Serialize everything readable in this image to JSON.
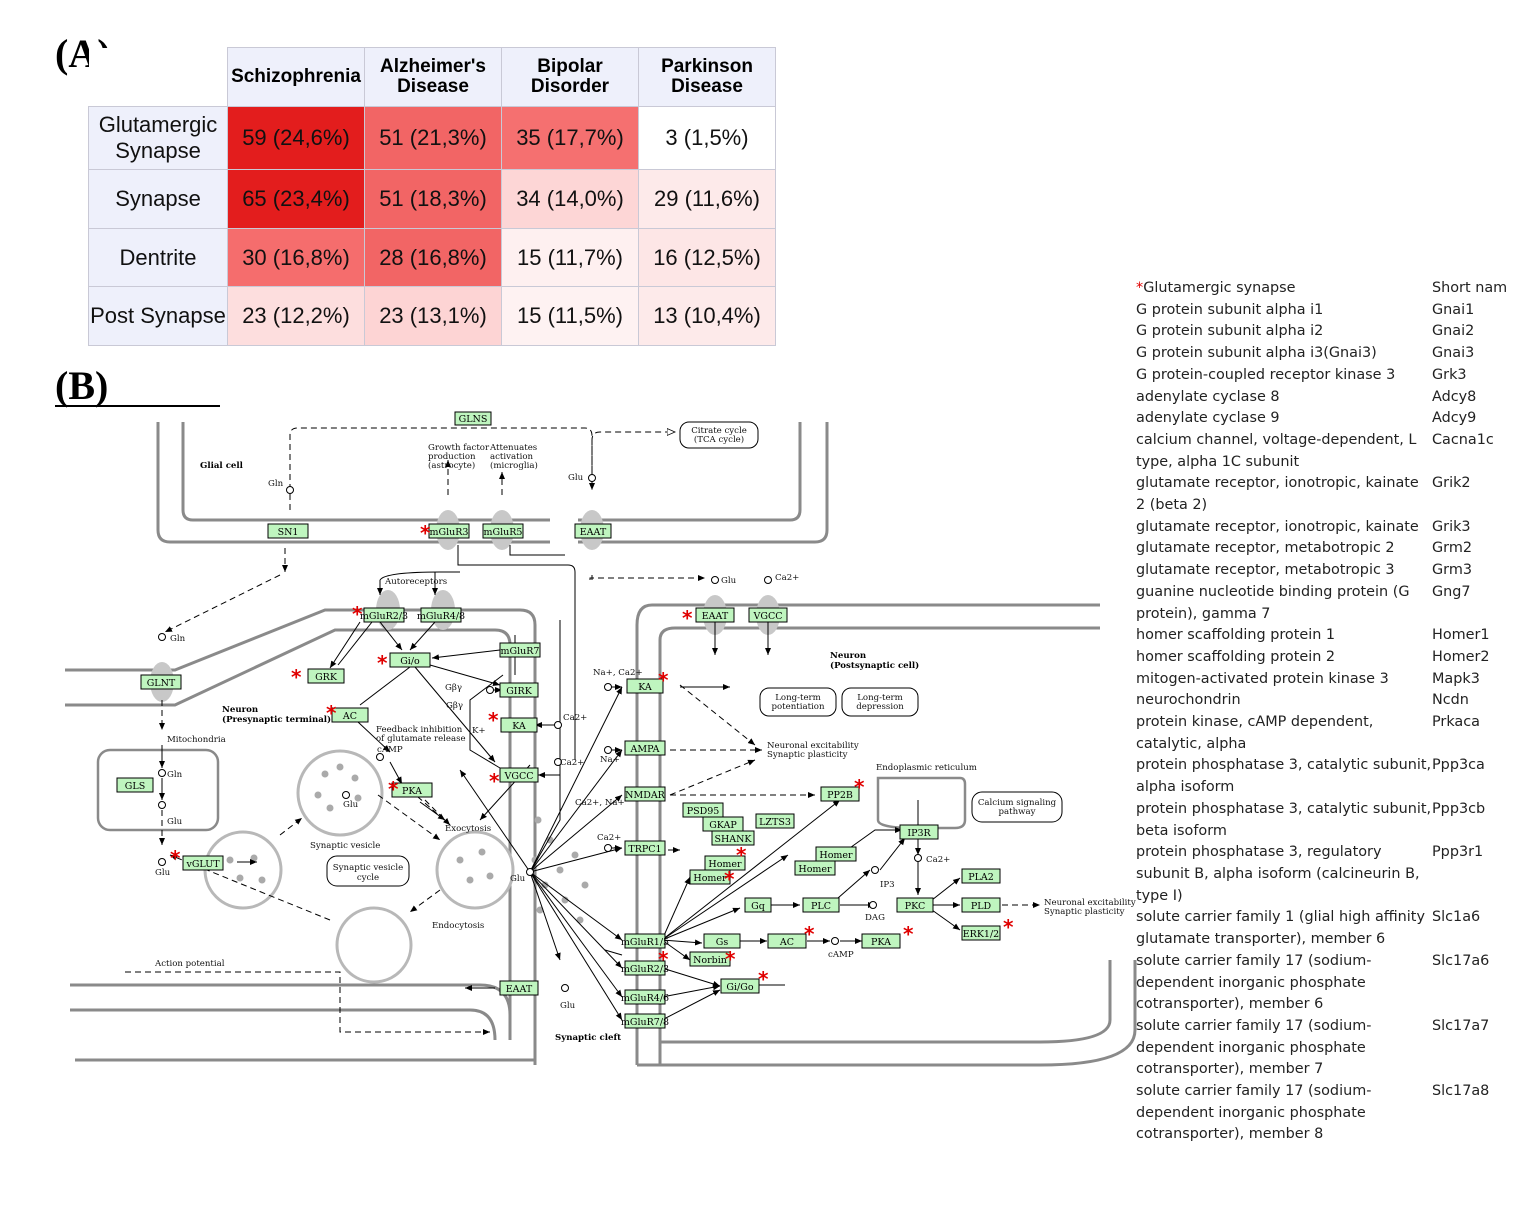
{
  "panel_a_label": "(A)",
  "panel_b_label": "(B)",
  "table": {
    "columns": [
      "Schizophrenia",
      "Alzheimer's Disease",
      "Bipolar Disorder",
      "Parkinson Disease"
    ],
    "rows": [
      {
        "label": "Glutamergic Synapse",
        "cells": [
          "59 (24,6%)",
          "51 (21,3%)",
          "35 (17,7%)",
          "3 (1,5%)"
        ],
        "colors": [
          "#e31d1d",
          "#f26565",
          "#f57070",
          "#ffffff"
        ]
      },
      {
        "label": "Synapse",
        "cells": [
          "65 (23,4%)",
          "51 (18,3%)",
          "34 (14,0%)",
          "29 (11,6%)"
        ],
        "colors": [
          "#e31d1d",
          "#f26565",
          "#fdd6d6",
          "#fdeaea"
        ]
      },
      {
        "label": "Dentrite",
        "cells": [
          "30 (16,8%)",
          "28 (16,8%)",
          "15 (11,7%)",
          "16 (12,5%)"
        ],
        "colors": [
          "#f56d6d",
          "#f26565",
          "#fef0f0",
          "#fde6e6"
        ]
      },
      {
        "label": "Post Synapse",
        "cells": [
          "23 (12,2%)",
          "23 (13,1%)",
          "15 (11,5%)",
          "13 (10,4%)"
        ],
        "colors": [
          "#fddede",
          "#fdd4d4",
          "#fef2f2",
          "#fdeaea"
        ]
      }
    ]
  },
  "gene_list": {
    "header_star": "*",
    "header_full": "Glutamergic synapse",
    "header_short": "Short nam",
    "genes": [
      {
        "full": "G protein subunit alpha i1",
        "short": "Gnai1"
      },
      {
        "full": "G protein subunit alpha i2",
        "short": "Gnai2"
      },
      {
        "full": "G protein subunit alpha i3(Gnai3)",
        "short": "Gnai3"
      },
      {
        "full": "G protein-coupled receptor kinase 3",
        "short": "Grk3"
      },
      {
        "full": "adenylate cyclase 8",
        "short": "Adcy8"
      },
      {
        "full": "adenylate cyclase 9",
        "short": "Adcy9"
      },
      {
        "full": "calcium channel, voltage-dependent, L type, alpha 1C subunit",
        "short": "Cacna1c"
      },
      {
        "full": "glutamate receptor, ionotropic, kainate 2 (beta 2)",
        "short": "Grik2"
      },
      {
        "full": "glutamate receptor, ionotropic, kainate",
        "short": "Grik3"
      },
      {
        "full": "glutamate receptor, metabotropic 2",
        "short": "Grm2"
      },
      {
        "full": "glutamate receptor, metabotropic 3",
        "short": "Grm3"
      },
      {
        "full": "guanine nucleotide binding protein (G protein), gamma 7",
        "short": "Gng7"
      },
      {
        "full": "homer scaffolding protein 1",
        "short": "Homer1"
      },
      {
        "full": "homer scaffolding protein 2",
        "short": "Homer2"
      },
      {
        "full": "mitogen-activated protein kinase 3",
        "short": "Mapk3"
      },
      {
        "full": "neurochondrin",
        "short": "Ncdn"
      },
      {
        "full": "protein kinase, cAMP dependent, catalytic, alpha",
        "short": "Prkaca"
      },
      {
        "full": "protein phosphatase 3, catalytic subunit, alpha isoform",
        "short": "Ppp3ca"
      },
      {
        "full": "protein phosphatase 3, catalytic subunit, beta isoform",
        "short": "Ppp3cb"
      },
      {
        "full": "protein phosphatase 3, regulatory subunit B, alpha isoform (calcineurin B, type I)",
        "short": "Ppp3r1"
      },
      {
        "full": "solute carrier family 1 (glial high affinity glutamate transporter), member 6",
        "short": "Slc1a6"
      },
      {
        "full": "solute carrier family 17 (sodium-dependent inorganic phosphate cotransporter), member 6",
        "short": "Slc17a6"
      },
      {
        "full": "solute carrier family 17 (sodium-dependent inorganic phosphate cotransporter), member 7",
        "short": "Slc17a7"
      },
      {
        "full": "solute carrier family 17 (sodium-dependent inorganic phosphate cotransporter), member 8",
        "short": "Slc17a8"
      }
    ]
  },
  "pathway": {
    "glial_cell": "Glial cell",
    "pre_neuron": "Neuron",
    "pre_neuron_sub": "(Presynaptic terminal)",
    "post_neuron": "Neuron",
    "post_neuron_sub": "(Postsynaptic cell)",
    "synaptic_cleft": "Synaptic cleft",
    "mitochondria": "Mitochondria",
    "autoreceptors": "Autoreceptors",
    "synaptic_vesicle": "Synaptic vesicle",
    "sv_cycle_1": "Synaptic vesicle",
    "sv_cycle_2": "cycle",
    "exocytosis": "Exocytosis",
    "endocytosis": "Endocytosis",
    "action_potential": "Action potential",
    "feedback_1": "Feedback inhibition",
    "feedback_2": "of glutamate release",
    "camp": "cAMP",
    "camp2": "cAMP",
    "gf_1": "Growth factor",
    "gf_2": "production",
    "gf_3": "(astrocyte)",
    "att_1": "Attenuates",
    "att_2": "activation",
    "att_3": "(microglia)",
    "citrate_1": "Citrate cycle",
    "citrate_2": "(TCA cycle)",
    "ltp_1": "Long-term",
    "ltp_2": "potentiation",
    "ltd_1": "Long-term",
    "ltd_2": "depression",
    "ne_1": "Neuronal excitability",
    "ne_2": "Synaptic plasticity",
    "ne2_1": "Neuronal excitability",
    "ne2_2": "Synaptic plasticity",
    "er": "Endoplasmic reticulum",
    "calcium_1": "Calcium signaling",
    "calcium_2": "pathway",
    "dag": "DAG",
    "ip3": "IP3",
    "gbg1": "Gβγ",
    "gbg2": "Gβγ",
    "k_plus": "K+",
    "na_ca": "Na+, Ca2+",
    "na": "Na+",
    "ca_na": "Ca2+, Na+",
    "ca_a": "Ca2+",
    "ca_b": "Ca2+",
    "ca_c": "Ca2+",
    "ca_d": "Ca2+",
    "ca_e": "Ca2+",
    "gln_a": "Gln",
    "gln_b": "Gln",
    "gln_c": "Gln",
    "glu_a": "Glu",
    "glu_b": "Glu",
    "glu_c": "Glu",
    "glu_d": "Glu",
    "glu_e": "Glu",
    "glu_f": "Glu",
    "glu_g": "Glu",
    "boxes": {
      "gln_s": "GLNS",
      "sn1": "SN1",
      "mglur3": "mGluR3",
      "mglur5_glia": "mGluR5",
      "eaat_glia": "EAAT",
      "glnt": "GLNT",
      "gls": "GLS",
      "vglut": "vGLUT",
      "mglur23": "mGluR2/3",
      "mglur48": "mGluR4/8",
      "grk": "GRK",
      "gio": "Gi/o",
      "ac_pre": "AC",
      "pka_pre": "PKA",
      "mglur7": "mGluR7",
      "girk": "GIRK",
      "ka_pre": "KA",
      "vgcc_pre": "VGCC",
      "eaat_cleft": "EAAT",
      "eaat_post": "EAAT",
      "vgcc_post": "VGCC",
      "ka_post": "KA",
      "ampa": "AMPA",
      "nmdar": "NMDAR",
      "trpc1": "TRPC1",
      "mglur15": "mGluR1/5",
      "mglur23_post": "mGluR2/3",
      "mglur46": "mGluR4/6",
      "mglur78": "mGluR7/8",
      "psd95": "PSD95",
      "gkap": "GKAP",
      "shank": "SHANK",
      "lzts3": "LZTS3",
      "homer_a": "Homer",
      "homer_b": "Homer",
      "homer_c": "Homer",
      "homer_d": "Homer",
      "pp2b": "PP2B",
      "ip3r": "IP3R",
      "gq": "Gq",
      "plc": "PLC",
      "pkc": "PKC",
      "pla2": "PLA2",
      "pld": "PLD",
      "erk12": "ERK1/2",
      "gs": "Gs",
      "ac_post": "AC",
      "pka_post": "PKA",
      "norbin": "Norbin",
      "gigo": "Gi/Go"
    }
  }
}
